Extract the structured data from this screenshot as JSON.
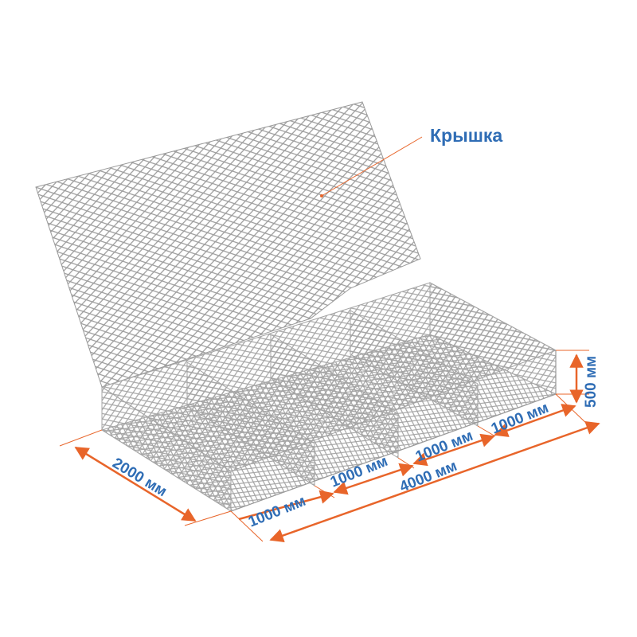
{
  "colors": {
    "accent": "#e8652a",
    "label": "#2f6db5",
    "mesh": "#9a9a9a",
    "background": "#ffffff"
  },
  "callout": {
    "lid_label": "Крышка"
  },
  "dimensions": {
    "width": "2000 мм",
    "section_1": "1000 мм",
    "section_2": "1000 мм",
    "section_3": "1000 мм",
    "section_4": "1000 мм",
    "total_length": "4000 мм",
    "height": "500 мм"
  }
}
